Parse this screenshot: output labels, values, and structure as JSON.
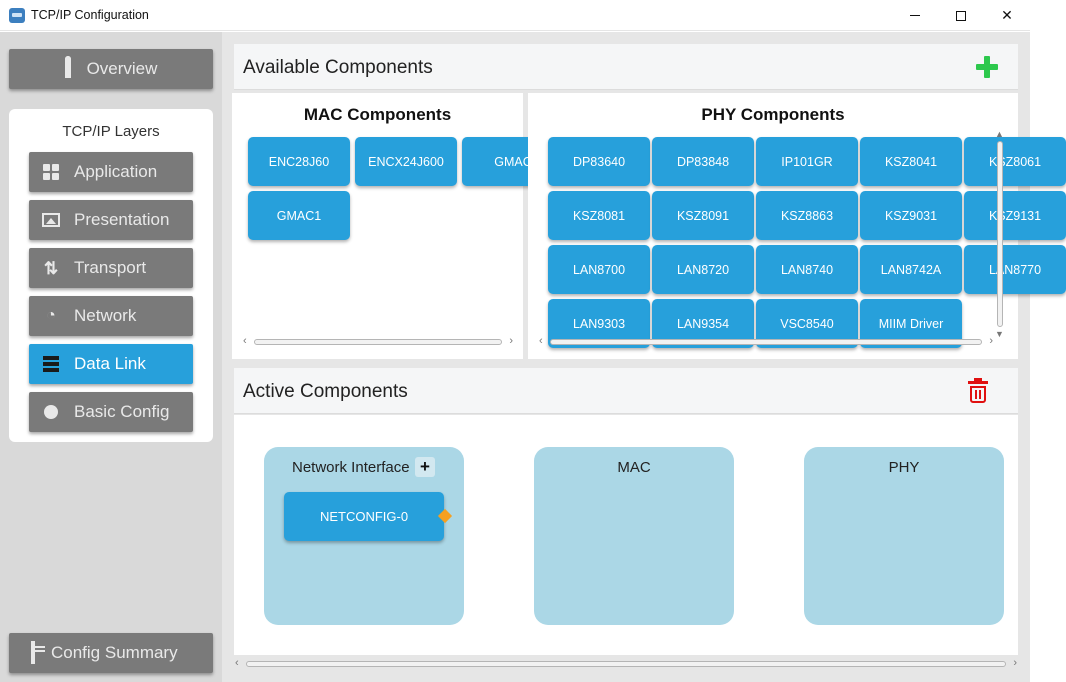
{
  "window": {
    "title": "TCP/IP Configuration",
    "minimize": "minimize",
    "maximize": "maximize",
    "close": "✕"
  },
  "sidebar": {
    "overview_label": "Overview",
    "layers_title": "TCP/IP Layers",
    "layers": [
      {
        "label": "Application",
        "icon": "grid-icon"
      },
      {
        "label": "Presentation",
        "icon": "image-icon"
      },
      {
        "label": "Transport",
        "icon": "arrows-icon"
      },
      {
        "label": "Network",
        "icon": "wifi-icon"
      },
      {
        "label": "Data Link",
        "icon": "server-icon",
        "active": true
      },
      {
        "label": "Basic Config",
        "icon": "globe-icon"
      }
    ],
    "summary_label": "Config Summary"
  },
  "available": {
    "title": "Available Components",
    "mac": {
      "title": "MAC Components",
      "items": [
        "ENC28J60",
        "ENCX24J600",
        "GMAC",
        "GMAC1"
      ]
    },
    "phy": {
      "title": "PHY Components",
      "items": [
        "DP83640",
        "DP83848",
        "IP101GR",
        "KSZ8041",
        "KSZ8061",
        "KSZ8081",
        "KSZ8091",
        "KSZ8863",
        "KSZ9031",
        "KSZ9131",
        "LAN8700",
        "LAN8720",
        "LAN8740",
        "LAN8742A",
        "LAN8770",
        "LAN9303",
        "LAN9354",
        "VSC8540",
        "MIIM Driver"
      ]
    }
  },
  "active": {
    "title": "Active Components",
    "boxes": {
      "network_interface": "Network Interface",
      "mac": "MAC",
      "phy": "PHY"
    },
    "netconfig_label": "NETCONFIG-0"
  },
  "colors": {
    "accent": "#27a0db",
    "sidebar_button": "#7a7a7a",
    "add": "#2dc84d",
    "delete": "#e01010",
    "drop_box": "#abd7e6",
    "connector": "#f6a020"
  }
}
